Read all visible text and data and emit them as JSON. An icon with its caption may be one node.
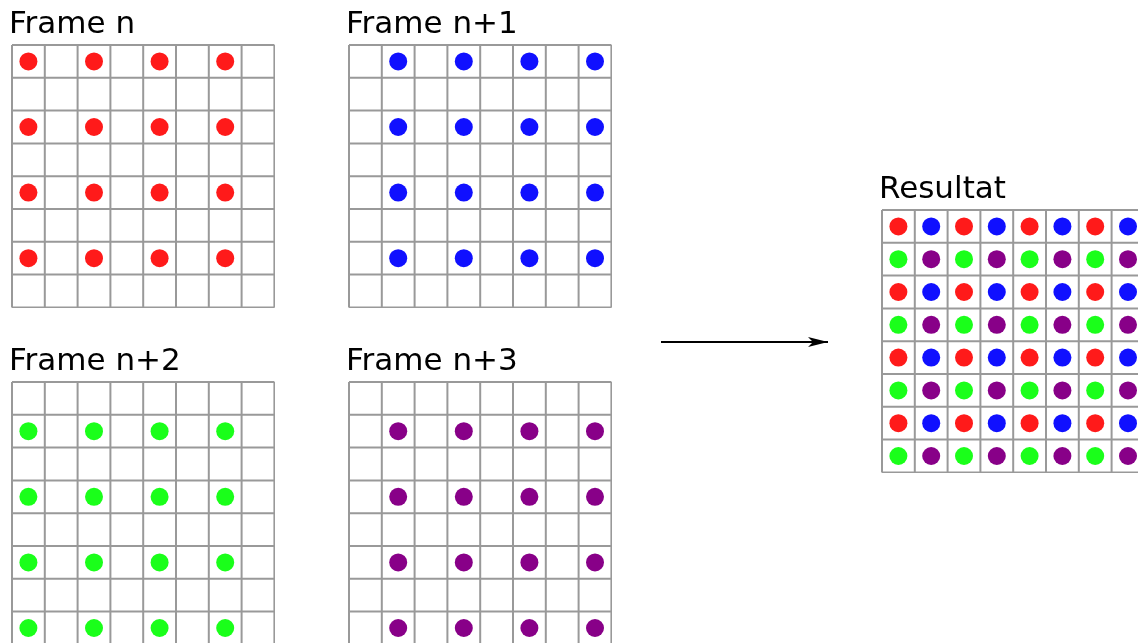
{
  "diagram": {
    "nodes": [
      {
        "text": [
          "Frame n"
        ]
      },
      {
        "text": [
          "Frame n+1"
        ]
      },
      {
        "text": [
          "Frame n+2"
        ]
      },
      {
        "text": [
          "Frame n+3"
        ]
      },
      {
        "text": [
          "Resultat"
        ]
      }
    ],
    "edges": [
      {
        "from": null,
        "to": 4,
        "arrow": "to"
      }
    ]
  }
}
